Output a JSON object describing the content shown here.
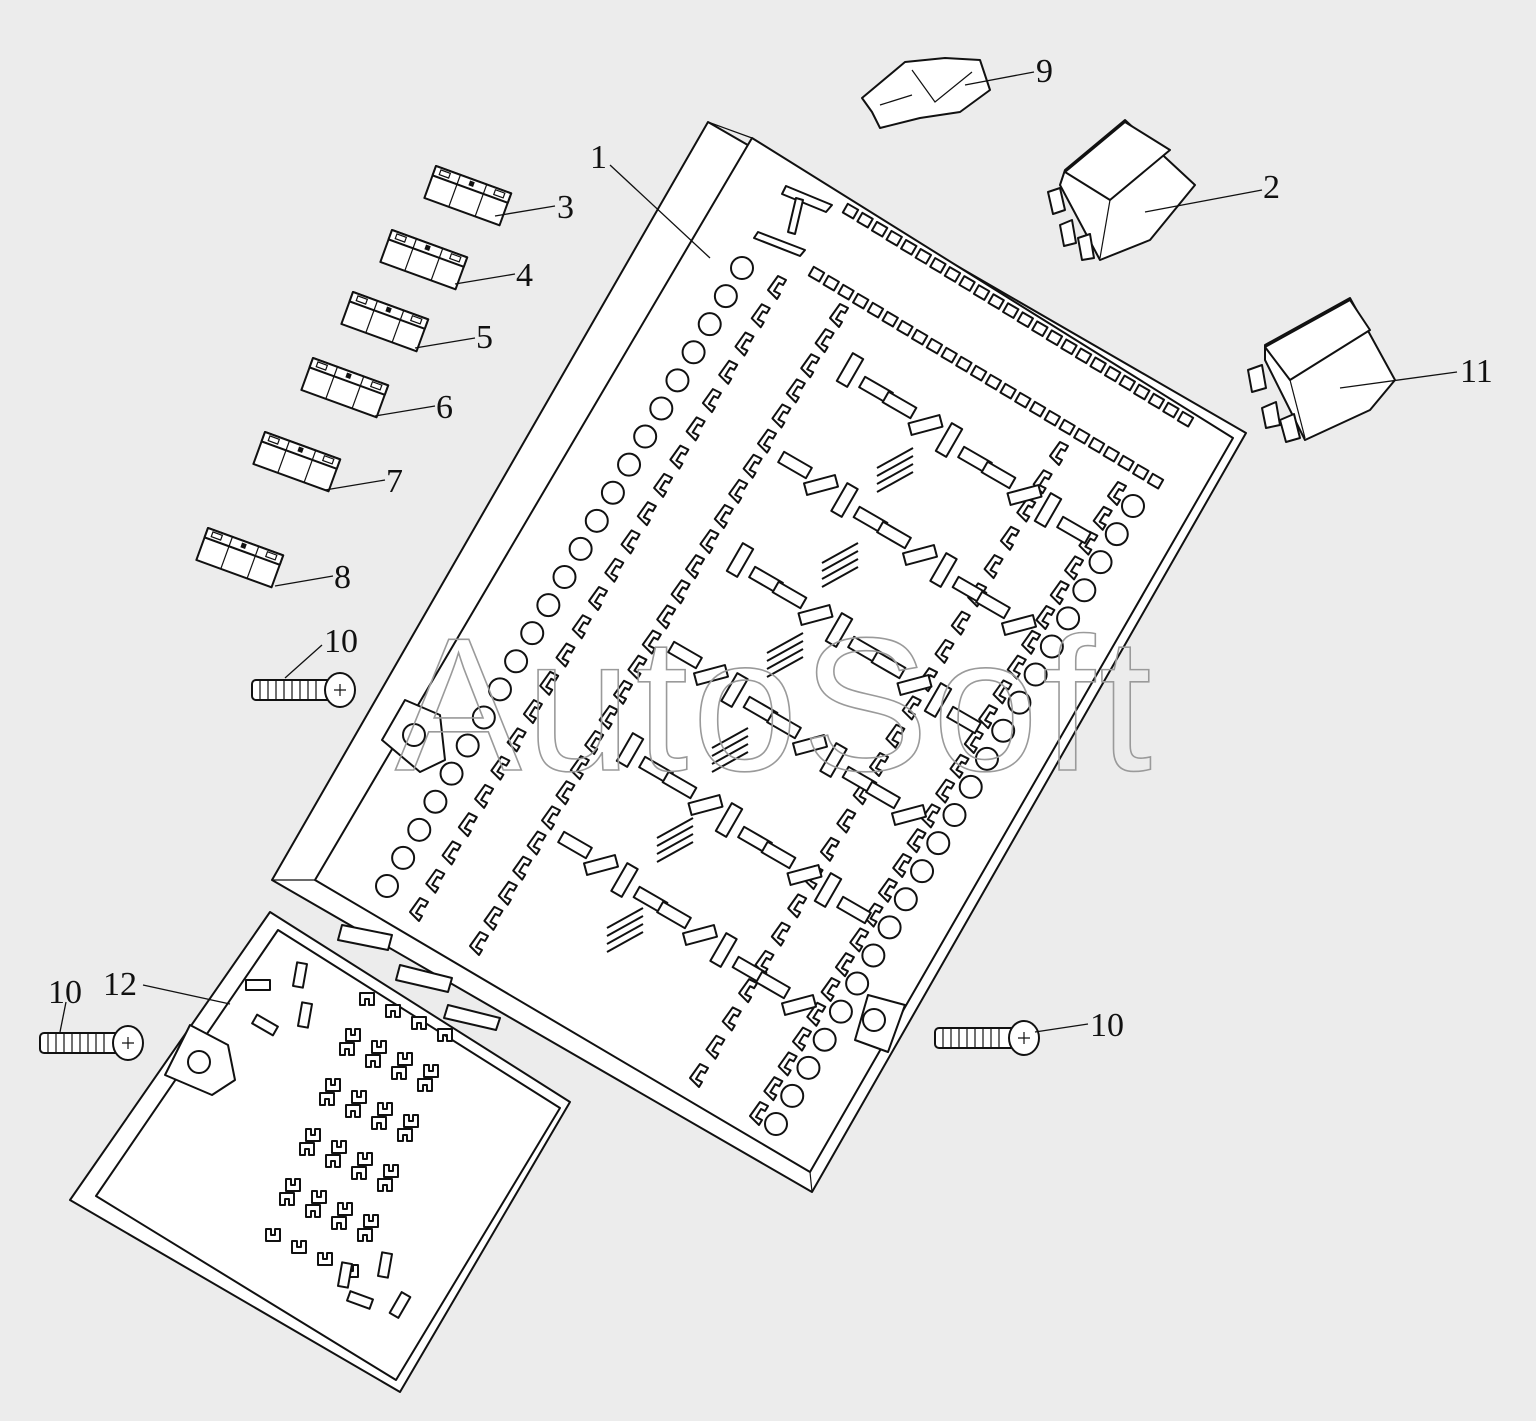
{
  "diagram": {
    "watermark": "AutoSoft",
    "callouts": [
      {
        "id": "c1",
        "label": "1"
      },
      {
        "id": "c2",
        "label": "2"
      },
      {
        "id": "c3",
        "label": "3"
      },
      {
        "id": "c4",
        "label": "4"
      },
      {
        "id": "c5",
        "label": "5"
      },
      {
        "id": "c6",
        "label": "6"
      },
      {
        "id": "c7",
        "label": "7"
      },
      {
        "id": "c8",
        "label": "8"
      },
      {
        "id": "c9",
        "label": "9"
      },
      {
        "id": "c10a",
        "label": "10"
      },
      {
        "id": "c10b",
        "label": "10"
      },
      {
        "id": "c10c",
        "label": "10"
      },
      {
        "id": "c11",
        "label": "11"
      },
      {
        "id": "c12",
        "label": "12"
      }
    ]
  }
}
